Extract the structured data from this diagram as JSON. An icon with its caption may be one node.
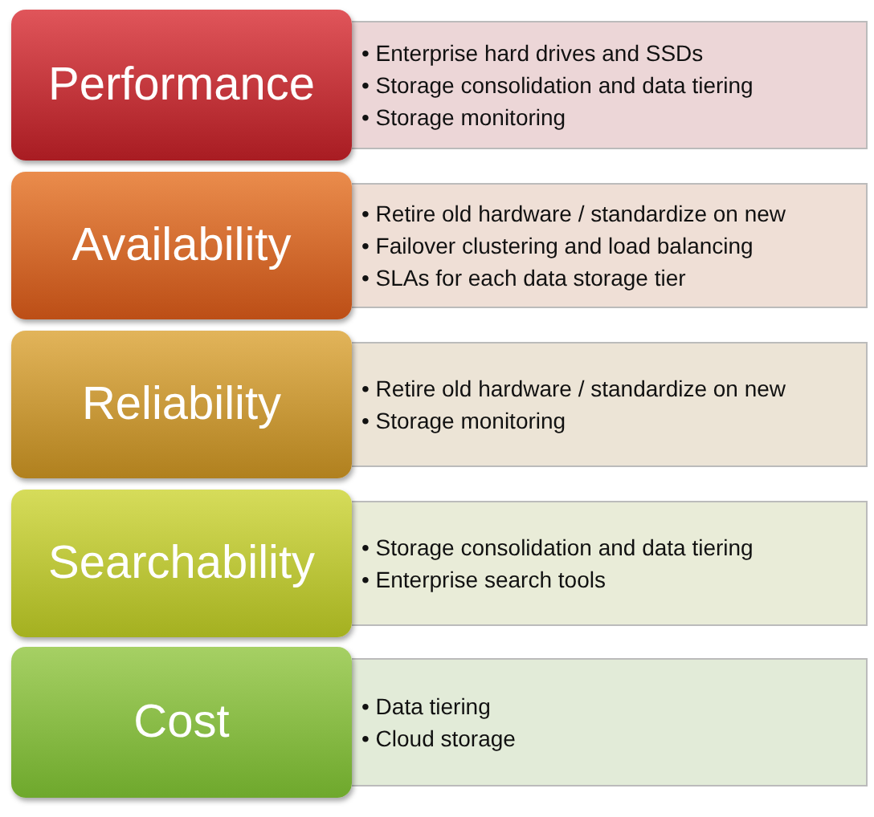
{
  "diagram": {
    "nodes": [
      {
        "text": [
          "Performance"
        ]
      },
      {
        "text": [
          "• Enterprise hard drives and SSDs",
          "• Storage consolidation and data tiering",
          "• Storage monitoring"
        ]
      },
      {
        "text": [
          "Availability"
        ]
      },
      {
        "text": [
          "• Retire old hardware / standardize on new",
          "• Failover clustering and load balancing",
          "• SLAs for each data storage tier"
        ]
      },
      {
        "text": [
          "Reliability"
        ]
      },
      {
        "text": [
          "• Retire old hardware / standardize on new",
          "• Storage monitoring"
        ]
      },
      {
        "text": [
          "Searchability"
        ]
      },
      {
        "text": [
          "• Storage consolidation and data tiering",
          "• Enterprise search tools"
        ]
      },
      {
        "text": [
          "Cost"
        ]
      },
      {
        "text": [
          "• Data tiering",
          "• Cloud storage"
        ]
      }
    ]
  }
}
